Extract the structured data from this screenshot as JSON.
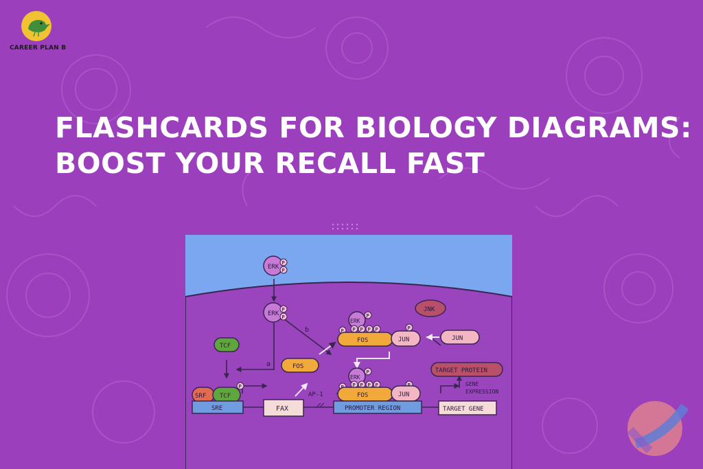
{
  "brand": {
    "name": "CAREER PLAN B",
    "logo_icon": "bird-icon",
    "colors": {
      "background": "#9b3fbd",
      "logo_yellow": "#f1c232",
      "bird_green": "#3f8f3a"
    }
  },
  "headline": {
    "line1": "FLASHCARDS FOR BIOLOGY DIAGRAMS:",
    "line2": "BOOST YOUR RECALL FAST"
  },
  "diagram": {
    "phospho": "P",
    "erk_top": "ERK",
    "erk_inner": "ERK",
    "erk_fos_top": "ERK",
    "erk_fos_bottom": "ERK",
    "label_a": "a",
    "label_b": "b",
    "tcf_free": "TCF",
    "tcf_bound": "TCF",
    "srf": "SRF",
    "sre": "SRE",
    "fos_free": "FOS",
    "fos_top": "FOS",
    "fos_bottom": "FOS",
    "jun_top": "JUN",
    "jun_bottom": "JUN",
    "jun_free": "JUN",
    "jnk": "JNK",
    "fax": "FAX",
    "ap1": "AP-1",
    "promoter_region": "PROMOTER REGION",
    "target_protein": "TARGET PROTEIN",
    "gene_expression_1": "GENE",
    "gene_expression_2": "EXPRESSION",
    "target_gene": "TARGET GENE",
    "colors": {
      "sky": "#7aa7ef",
      "cell": "#9a45be",
      "erk": "#c77ad6",
      "tcf": "#5fa63e",
      "srf": "#e36b4f",
      "sre": "#6f9de0",
      "fos": "#f0a93a",
      "jun": "#f2b7c3",
      "jnk": "#b8506a",
      "box_light": "#f6dcd8"
    }
  }
}
